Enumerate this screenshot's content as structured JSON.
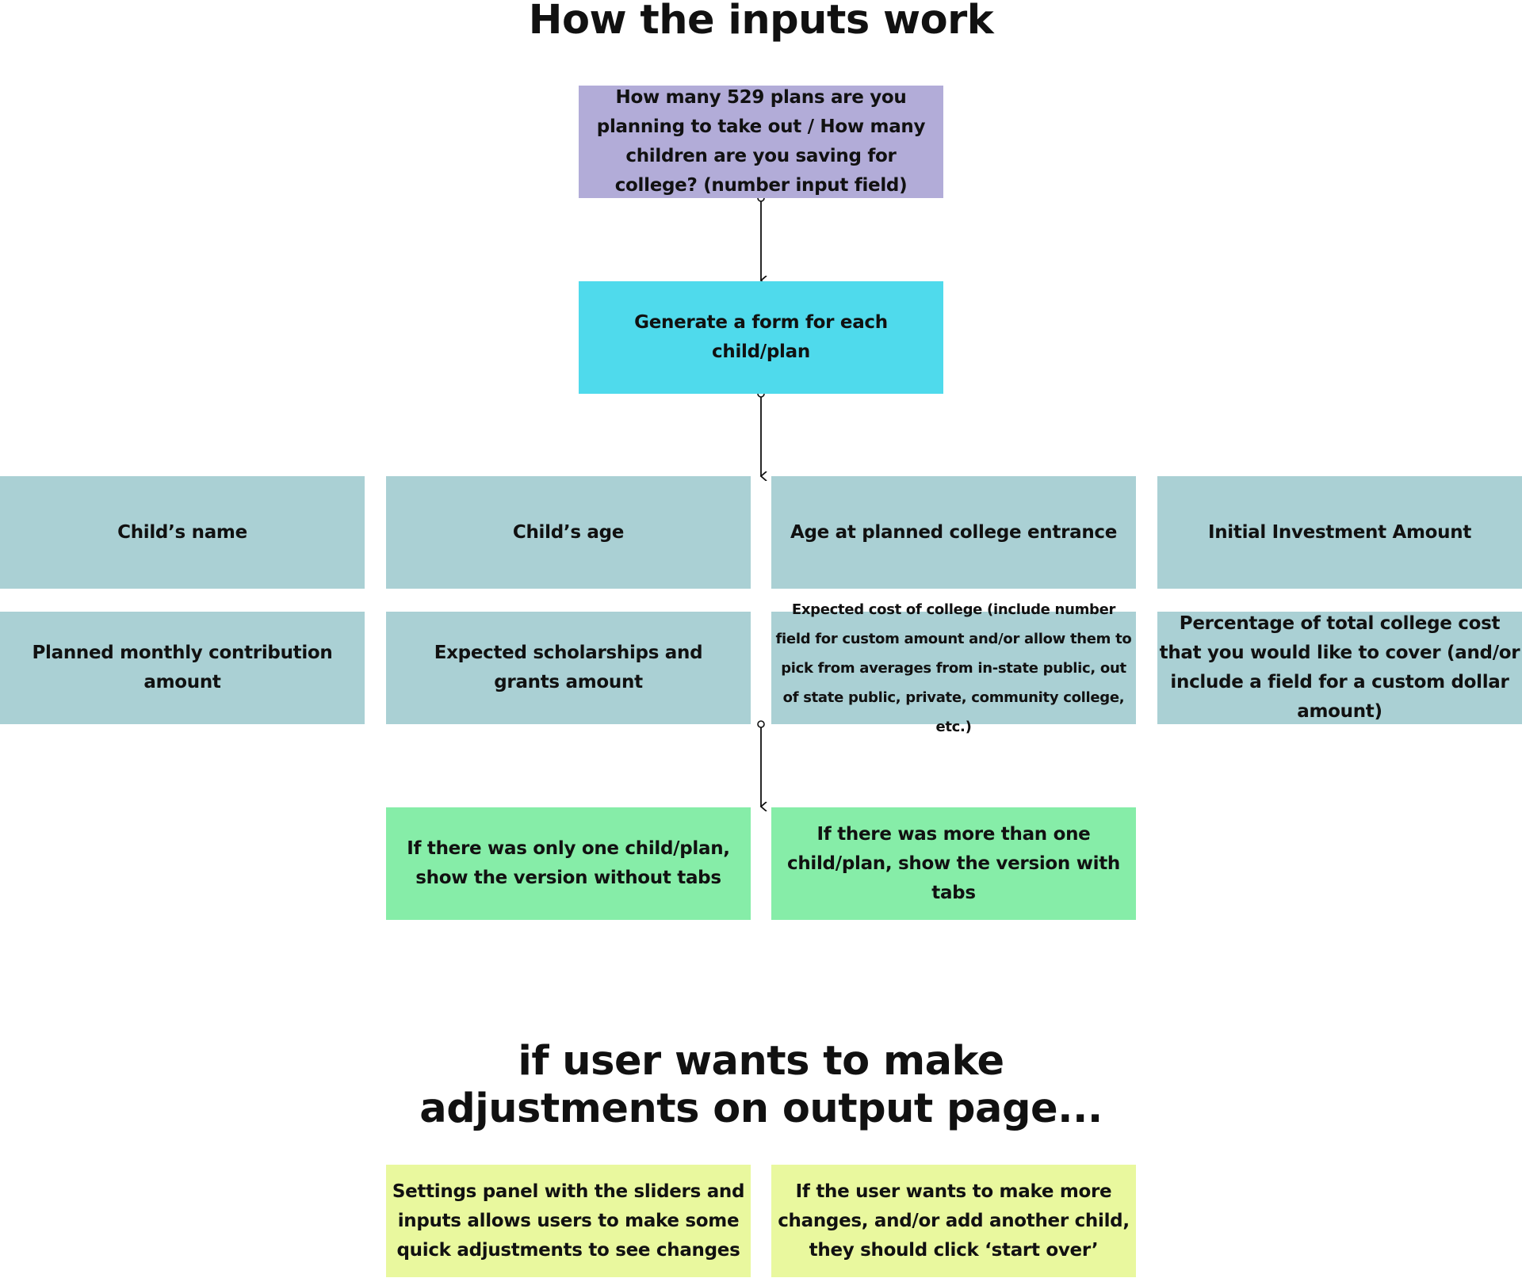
{
  "title": "How the inputs work",
  "subtitle": "if user wants to make adjustments on output page...",
  "colors": {
    "purple": "#b2acd8",
    "cyan": "#4fdaec",
    "teal": "#aad0d4",
    "green": "#86eda8",
    "yellow": "#e9f89e",
    "line": "#111111"
  },
  "nodes": {
    "plans_count": "How many 529 plans are you planning to take out / How many children are you saving for college? (number input field)",
    "generate_form": "Generate a form for each child/plan",
    "childs_name": "Child’s name",
    "childs_age": "Child’s age",
    "age_college_entrance": "Age at planned college entrance",
    "initial_investment": "Initial Investment Amount",
    "monthly_contribution": "Planned monthly contribution amount",
    "scholarships": "Expected scholarships and grants amount",
    "expected_cost": "Expected cost of college (include number field for custom amount and/or allow them to pick from averages from in-state public, out of state public, private, community college, etc.)",
    "percentage_cover": "Percentage of total college cost that you would like to cover (and/or include a field for a custom dollar amount)",
    "one_child": "If there was only one child/plan, show the version without tabs",
    "more_than_one": "If there was more than one child/plan, show the version with tabs",
    "settings_panel": "Settings panel with the sliders and inputs allows users to make some quick adjustments to see changes",
    "start_over": "If the user wants to make more changes, and/or add another child, they should click ‘start over’"
  },
  "edges": [
    {
      "from": "plans_count",
      "to": "generate_form"
    },
    {
      "from": "generate_form",
      "to": "form_fields"
    },
    {
      "from": "form_fields",
      "to": "result_versions"
    }
  ]
}
